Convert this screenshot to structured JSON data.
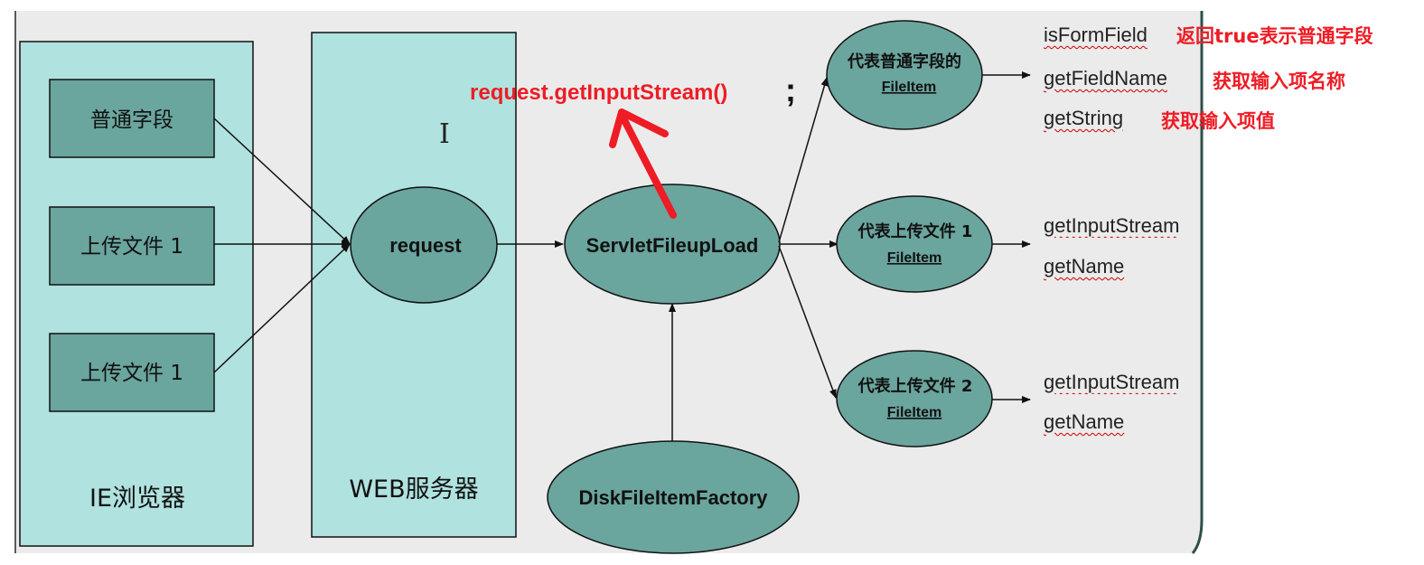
{
  "colors": {
    "panel": "#ebebeb",
    "column": "#b0e2df",
    "node": "#6aa59e",
    "stroke": "#111111",
    "annotation": "#ee1c25"
  },
  "browser": {
    "title": "IE浏览器",
    "fields": [
      "普通字段",
      "上传文件 1",
      "上传文件 1"
    ]
  },
  "server": {
    "title": "WEB服务器"
  },
  "nodes": {
    "request": "request",
    "upload": "ServletFileupLoad",
    "factory": "DiskFileItemFactory",
    "item1_line1": "代表普通字段的",
    "item1_line2": "FileItem",
    "item2_line1": "代表上传文件 1",
    "item2_line2": "FileItem",
    "item3_line1": "代表上传文件 2",
    "item3_line2": "FileItem"
  },
  "annotation_call": "request.getInputStream()",
  "annotation_semicolon": ";",
  "methods": {
    "group1": [
      {
        "name": "isFormField",
        "note": "返回true表示普通字段"
      },
      {
        "name": "getFieldName",
        "note": "获取输入项名称"
      },
      {
        "name": "getString",
        "note": "获取输入项值"
      }
    ],
    "group2": [
      "getInputStream",
      "getName"
    ],
    "group3": [
      "getInputStream",
      "getName"
    ]
  }
}
